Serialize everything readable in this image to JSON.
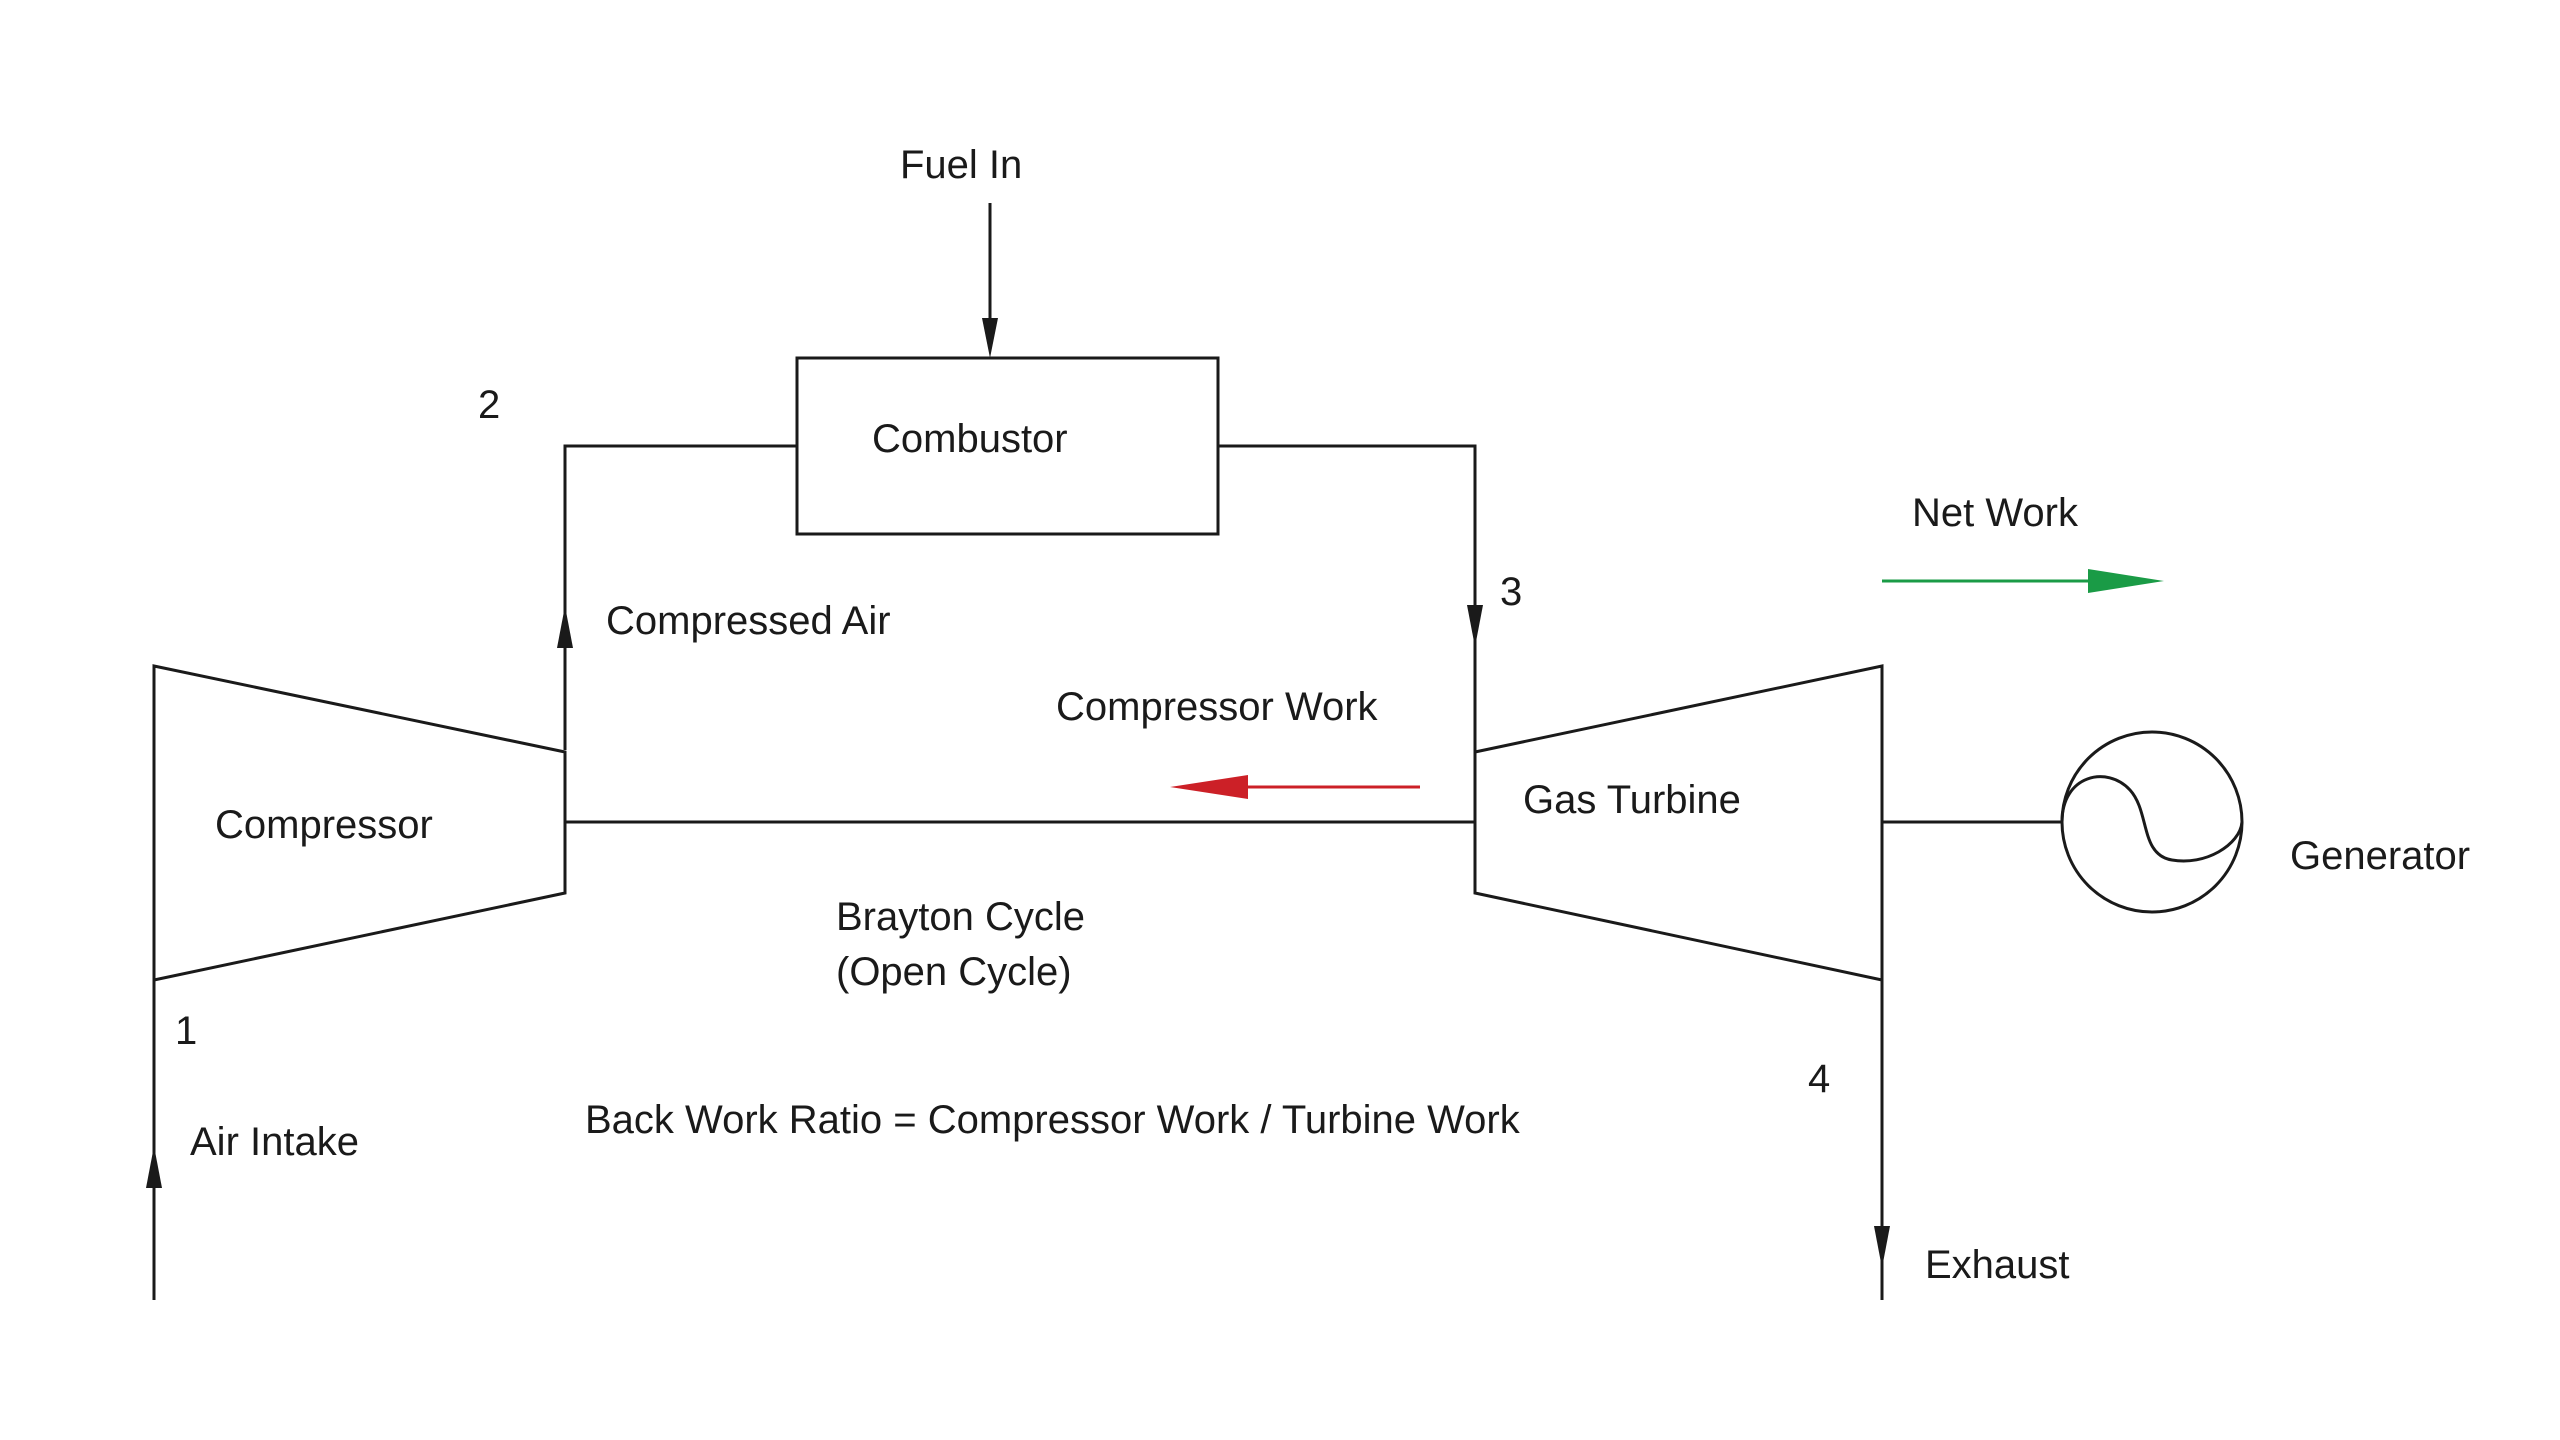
{
  "labels": {
    "fuel_in": "Fuel In",
    "combustor": "Combustor",
    "compressor": "Compressor",
    "compressed_air": "Compressed Air",
    "compressor_work": "Compressor Work",
    "gas_turbine": "Gas Turbine",
    "net_work": "Net Work",
    "generator": "Generator",
    "air_intake": "Air Intake",
    "exhaust": "Exhaust",
    "cycle_title_line1": "Brayton Cycle",
    "cycle_title_line2": "(Open Cycle)",
    "back_work_ratio": "Back Work Ratio = Compressor Work / Turbine Work"
  },
  "state_points": {
    "p1": "1",
    "p2": "2",
    "p3": "3",
    "p4": "4"
  },
  "colors": {
    "line": "#1a1a1a",
    "compressor_work_arrow": "#cc2027",
    "net_work_arrow": "#1a9b46"
  }
}
